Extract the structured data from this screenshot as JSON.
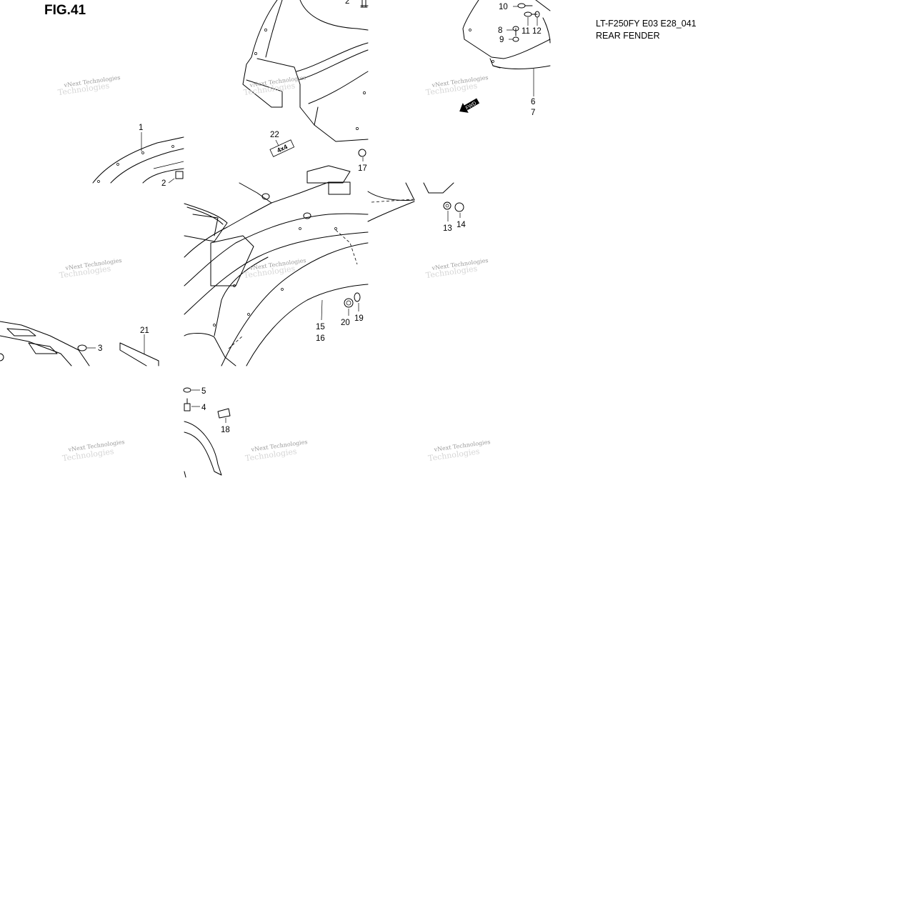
{
  "figure": {
    "title": "FIG.41",
    "model_code": "LT-F250FY E03 E28_041",
    "name": "REAR FENDER"
  },
  "watermark": {
    "line1": "vNext Technologies",
    "line2": "Technologies"
  },
  "arrow_text": "FWD",
  "emblem_text": "4x4",
  "callouts": [
    {
      "id": "c1",
      "text": "1"
    },
    {
      "id": "c2a",
      "text": "2"
    },
    {
      "id": "c2b",
      "text": "2"
    },
    {
      "id": "c3",
      "text": "3"
    },
    {
      "id": "c4",
      "text": "4"
    },
    {
      "id": "c5",
      "text": "5"
    },
    {
      "id": "c6",
      "text": "6"
    },
    {
      "id": "c7",
      "text": "7"
    },
    {
      "id": "c8",
      "text": "8"
    },
    {
      "id": "c9",
      "text": "9"
    },
    {
      "id": "c10",
      "text": "10"
    },
    {
      "id": "c11",
      "text": "11"
    },
    {
      "id": "c12",
      "text": "12"
    },
    {
      "id": "c13",
      "text": "13"
    },
    {
      "id": "c14",
      "text": "14"
    },
    {
      "id": "c15",
      "text": "15"
    },
    {
      "id": "c16",
      "text": "16"
    },
    {
      "id": "c17",
      "text": "17"
    },
    {
      "id": "c18",
      "text": "18"
    },
    {
      "id": "c19",
      "text": "19"
    },
    {
      "id": "c20",
      "text": "20"
    },
    {
      "id": "c21",
      "text": "21"
    },
    {
      "id": "c22",
      "text": "22"
    }
  ]
}
